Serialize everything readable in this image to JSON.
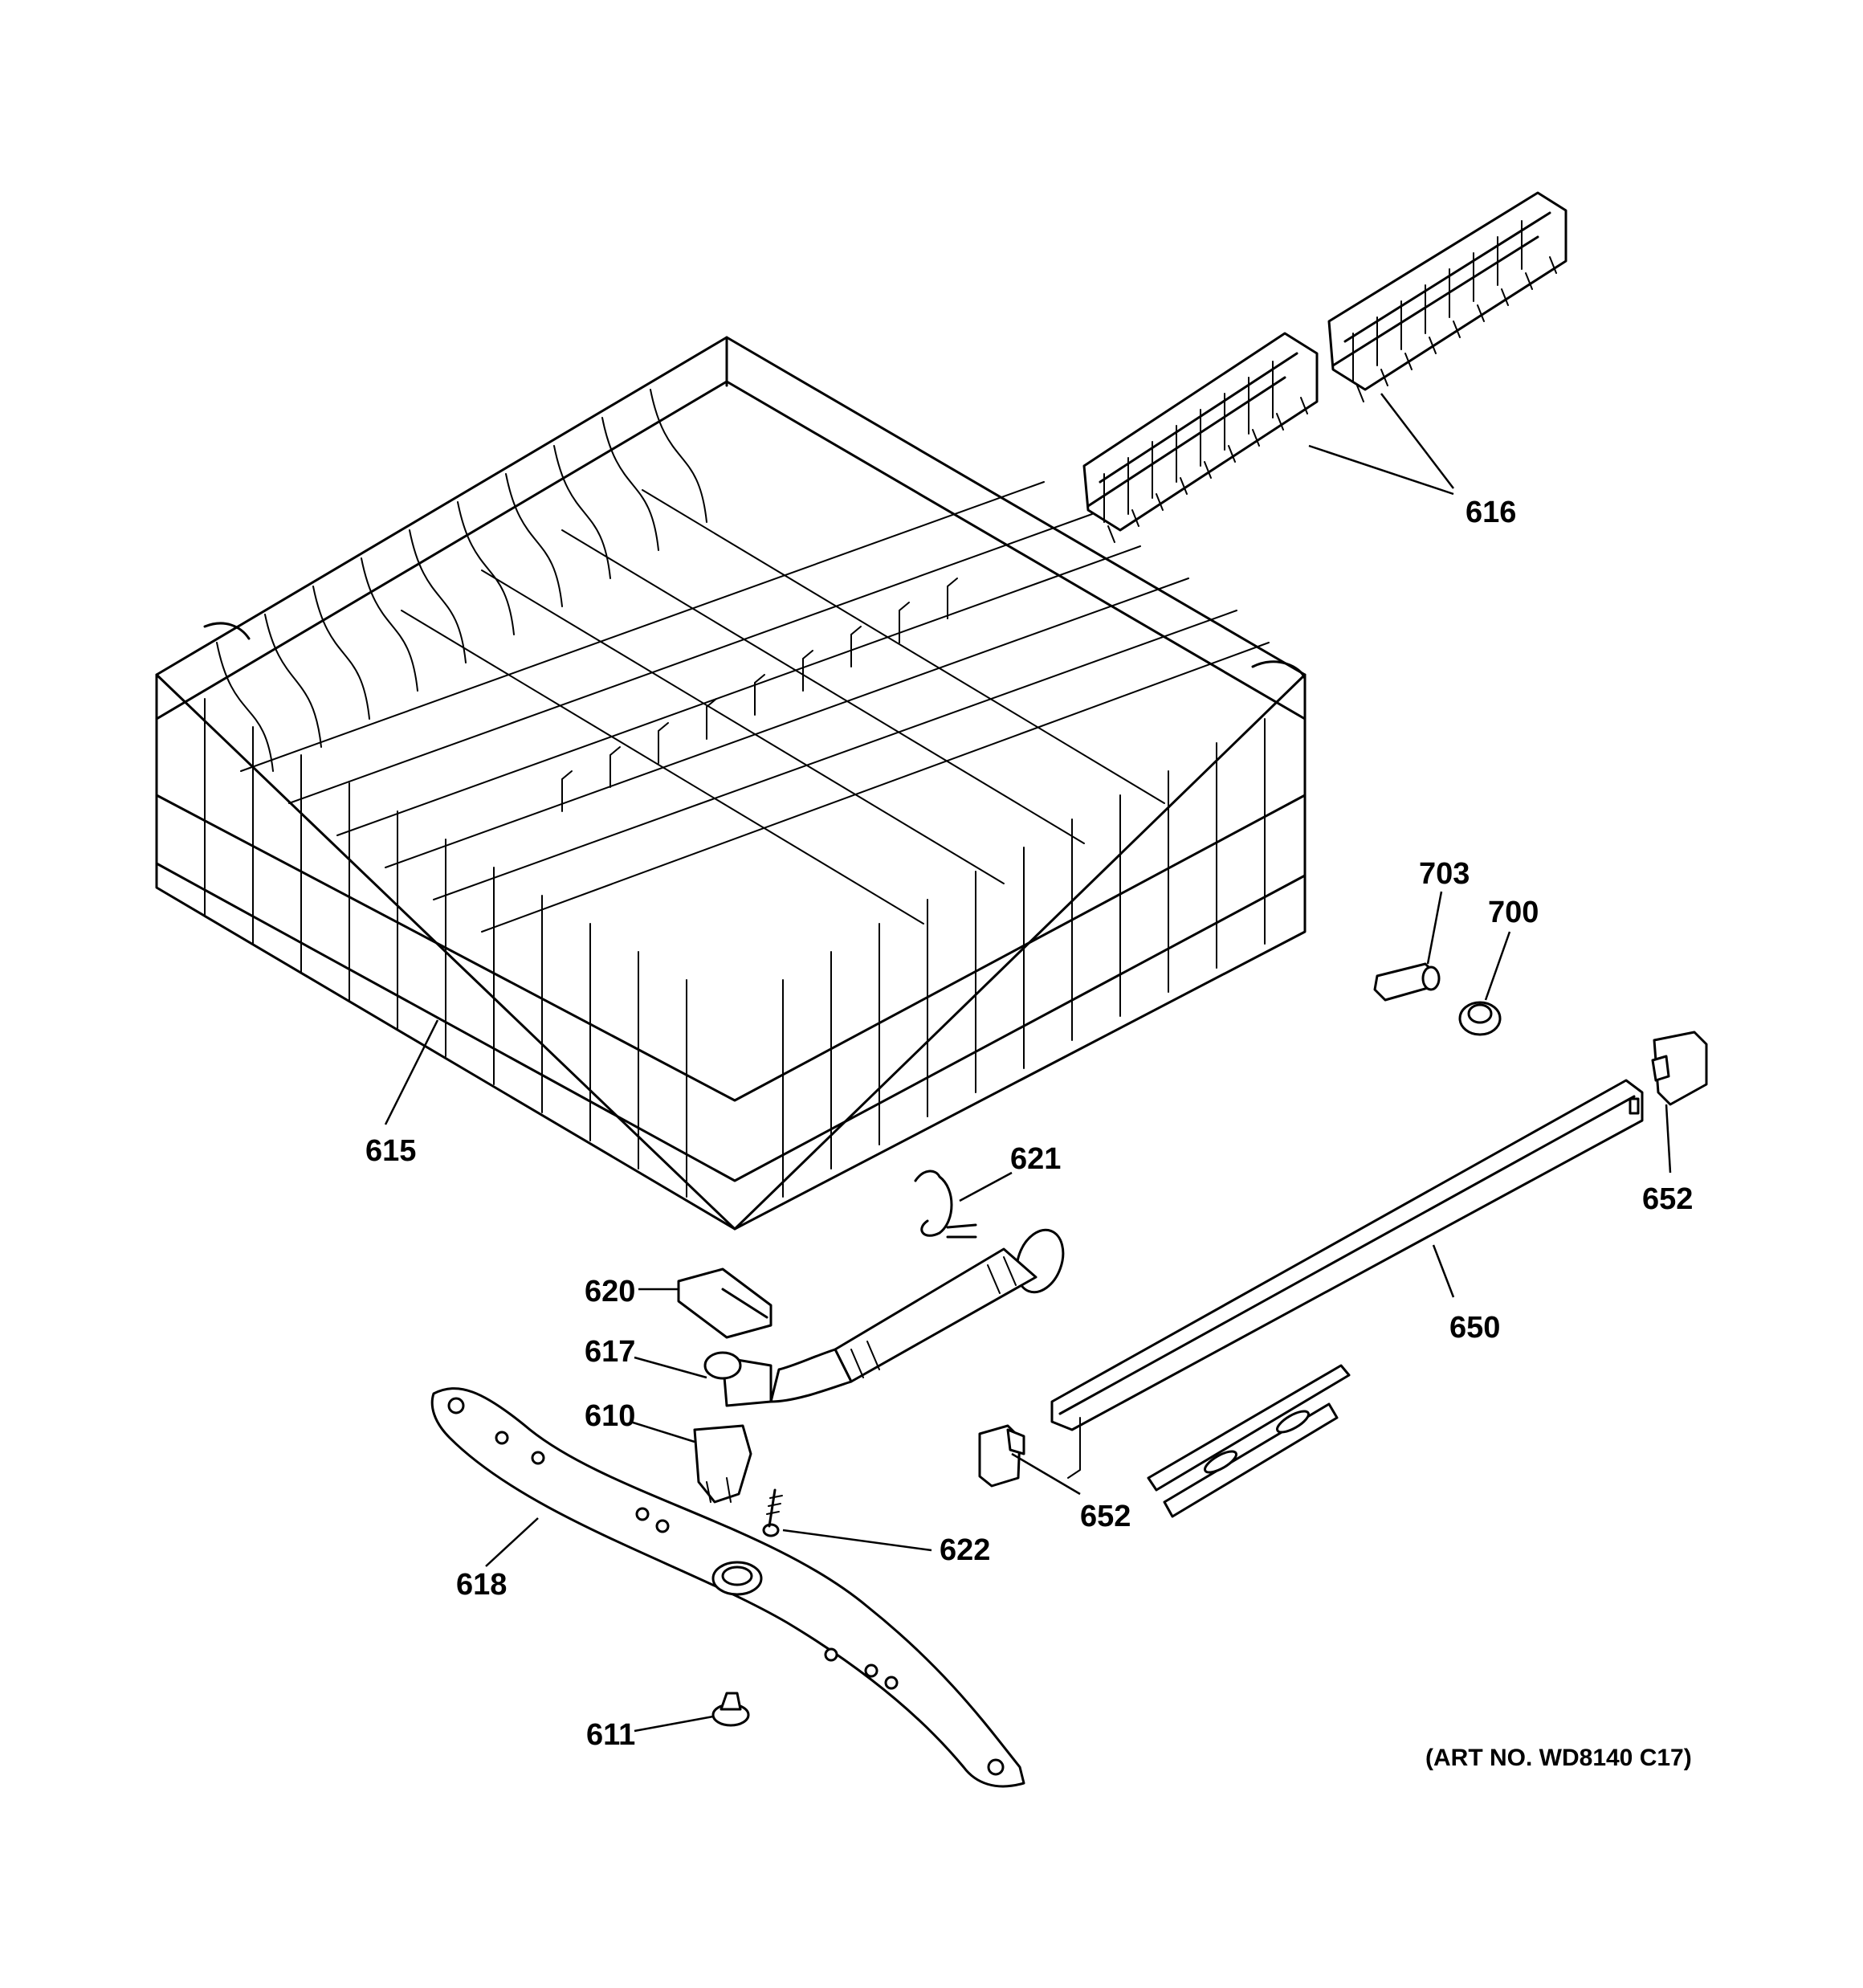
{
  "labels": {
    "l616": "616",
    "l615": "615",
    "l703": "703",
    "l700": "700",
    "l621": "621",
    "l652a": "652",
    "l620": "620",
    "l650": "650",
    "l617": "617",
    "l610": "610",
    "l622": "622",
    "l652b": "652",
    "l618": "618",
    "l611": "611"
  },
  "art_number": "(ART NO. WD8140 C17)"
}
